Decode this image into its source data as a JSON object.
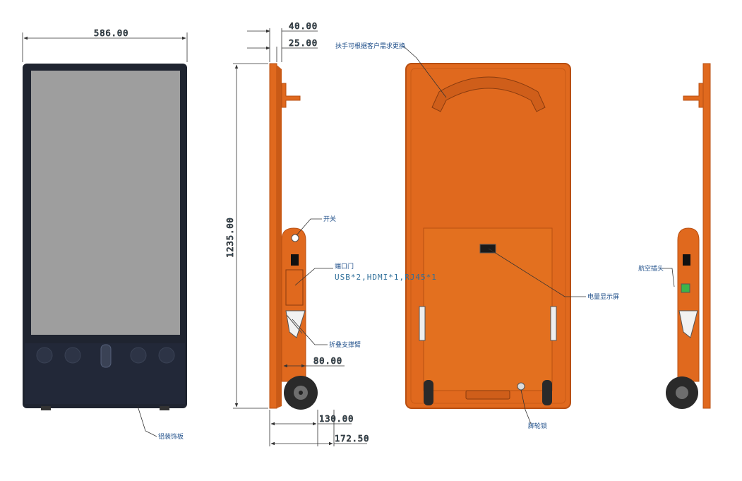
{
  "colors": {
    "body_orange": "#e0691e",
    "orange_dark": "#b84f12",
    "screen_gray": "#9e9e9e",
    "frame_black": "#1f2430",
    "dim_blue": "#2f6f9a",
    "label_blue": "#1f4f8a"
  },
  "dimensions": {
    "width_586": "586.00",
    "depth_40": "40.00",
    "depth_25": "25.00",
    "height_1235": "1235.00",
    "base_80": "80.00",
    "base_130": "130.00",
    "base_172": "172.50"
  },
  "callouts": {
    "handle": "扶手可根据客户需求更换",
    "switch": "开关",
    "port": "端口门",
    "ports_spec": "USB*2,HDMI*1,RJ45*1",
    "fold_arm": "折叠支撑臂",
    "battery_display": "电量显示屏",
    "aviation_plug": "航空插头",
    "caster_lock": "脚轮锁",
    "trim_panel": "铝装饰板"
  },
  "icons": {
    "speaker": "speaker-grille-icon",
    "wheel": "wheel-icon",
    "latch": "latch-icon"
  }
}
